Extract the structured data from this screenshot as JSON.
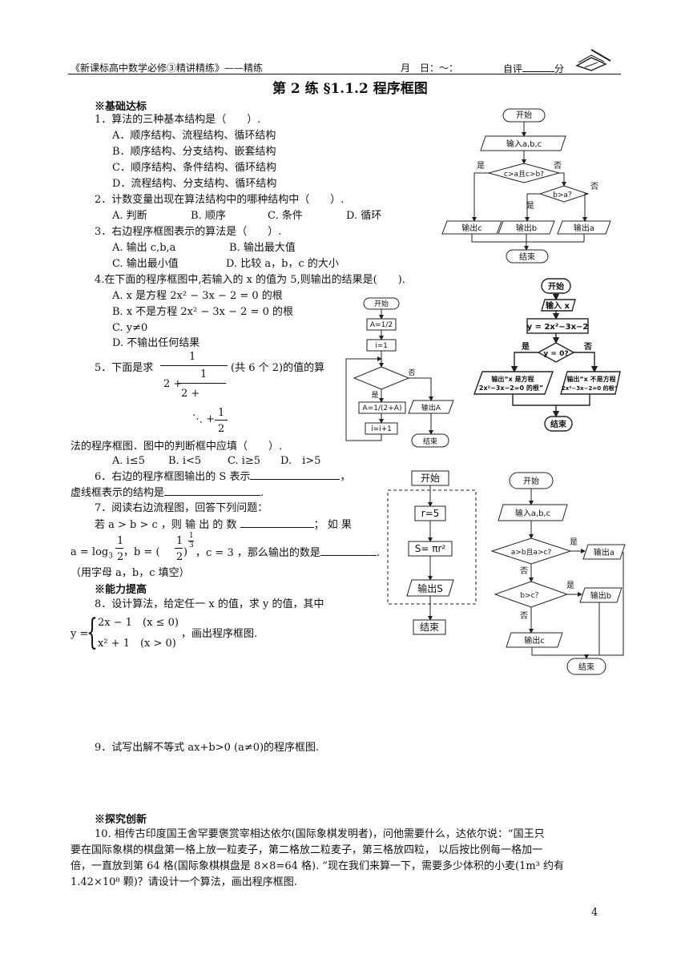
{
  "header": {
    "book": "《新课标高中数学必修③精讲精练》——精练",
    "date": "月　日：～：",
    "self_eval": "自评",
    "score_unit": "分"
  },
  "title": "第 2 练  §1.1.2  程序框图",
  "sections": {
    "basic": "※基础达标",
    "ability": "※能力提高",
    "explore": "※探究创新"
  },
  "q1": {
    "stem": "1．算法的三种基本结构是（　　）.",
    "a": "A．顺序结构、流程结构、循环结构",
    "b": "B．顺序结构、分支结构、嵌套结构",
    "c": "C．顺序结构、条件结构、循环结构",
    "d": "D．流程结构、分支结构、循环结构"
  },
  "q2": {
    "stem": "2．计数变量出现在算法结构中的哪种结构中（　　）.",
    "a": "A. 判断",
    "b": "B. 顺序",
    "c": "C. 条件",
    "d": "D. 循环"
  },
  "q3": {
    "stem": "3．右边程序框图表示的算法是（　　）.",
    "a": "A. 输出 c,b,a",
    "b": "B. 输出最大值",
    "c": "C. 输出最小值",
    "d": "D. 比较 a，b，c 的大小"
  },
  "q4": {
    "stem": "4.在下面的程序框图中,若输入的 x 的值为 5,则输出的结果是(　　).",
    "a": "A. x 是方程 2x² − 3x − 2 = 0 的根",
    "b": "B. x 不是方程 2x² − 3x − 2 = 0 的根",
    "c": "C. y≠0",
    "d": "D. 不输出任何结果"
  },
  "q5": {
    "lead": "5．下面是求",
    "tail": "(共 6 个 2)的值的算",
    "cont": "法的程序框图．图中的判断框中应填（　　）.",
    "a": "A. i≤5",
    "b": "B. i<5",
    "c": "C. i≥5",
    "d": "D.　i>5",
    "one": "1",
    "two_plus": "2 +",
    "dots": "⋱ +",
    "two": "2"
  },
  "q6": {
    "l1": "6．右边的程序框图输出的 S 表示",
    "l1_end": "，",
    "l2": "虚线框表示的结构是",
    "l2_end": "."
  },
  "q7": {
    "l1": "7．阅读右边流程图，回答下列问题：",
    "l2a": "若  a > b > c ，则 输 出 的 数",
    "l2b": "；  如  果",
    "l3a": "a = log",
    "l3b": "3",
    "l3c": "，b = (",
    "l3d": ")",
    "l3e": "，c = 3 ，那么输出的数是",
    "l3f": ".",
    "half_num": "1",
    "half_den": "2",
    "exp_num": "1",
    "exp_den": "3",
    "l4": "（用字母 a，b，c 填空）"
  },
  "q8": {
    "l1": "8．设计算法，给定任一  x  的值，求  y  的值，其中",
    "y": "y =",
    "case1": "2x − 1　(x ≤ 0)",
    "case2": "x² + 1　(x > 0)",
    "tail": "，画出程序框图."
  },
  "q9": "9．试写出解不等式 ax+b>0 (a≠0)的程序框图.",
  "q10": {
    "l1": "10. 相传古印度国王舍罕要褒赏宰相达依尔(国际象棋发明者)，问他需要什么，达依尔说：“国王只",
    "l2": "要在国际象棋的棋盘第一格上放一粒麦子，第二格放二粒麦子，第三格放四粒，  以后按比例每一格加一",
    "l3": "倍，一直放到第 64 格(国际象棋棋盘是 8×8=64 格). ”现在我们来算一下，需要多少体积的小麦(1m³ 约有",
    "l4": "1.42×10⁸ 颗)？请设计一个算法，画出程序框图."
  },
  "page_number": "4",
  "fc1": {
    "start": "开始",
    "input": "输入a,b,c",
    "cond1": "c>a且c>b?",
    "yes": "是",
    "no": "否",
    "cond2": "b>a？",
    "out_c": "输出c",
    "out_b": "输出b",
    "out_a": "输出a",
    "end": "结束"
  },
  "fc2": {
    "start": "开始",
    "input": "输入 x",
    "assign": "y = 2x²−3x−2",
    "cond": "y = 0?",
    "yes": "是",
    "no": "否",
    "out1a": "输出“x 是方程",
    "out1b": "2x²−3x−2=0 的根”",
    "out2a": "输出“x 不是方程",
    "out2b": "2x²−3x−2=0 的根”",
    "end": "结束"
  },
  "fc3": {
    "start": "开始",
    "a_init": "A=1/2",
    "i_init": "i=1",
    "yes": "是",
    "no": "否",
    "update_a": "A=1/(2+A)",
    "out": "输出A",
    "update_i": "i=i+1",
    "end": "结束"
  },
  "fc4": {
    "start": "开始",
    "r": "r=5",
    "s": "S= πr²",
    "out": "输出S",
    "end": "结束"
  },
  "fc5": {
    "start": "开始",
    "input": "输入a,b,c",
    "cond1": "a>b且a>c?",
    "cond2": "b>c？",
    "yes": "是",
    "no": "否",
    "out_a": "输出a",
    "out_b": "输出b",
    "out_c": "输出c",
    "end": "结束"
  }
}
